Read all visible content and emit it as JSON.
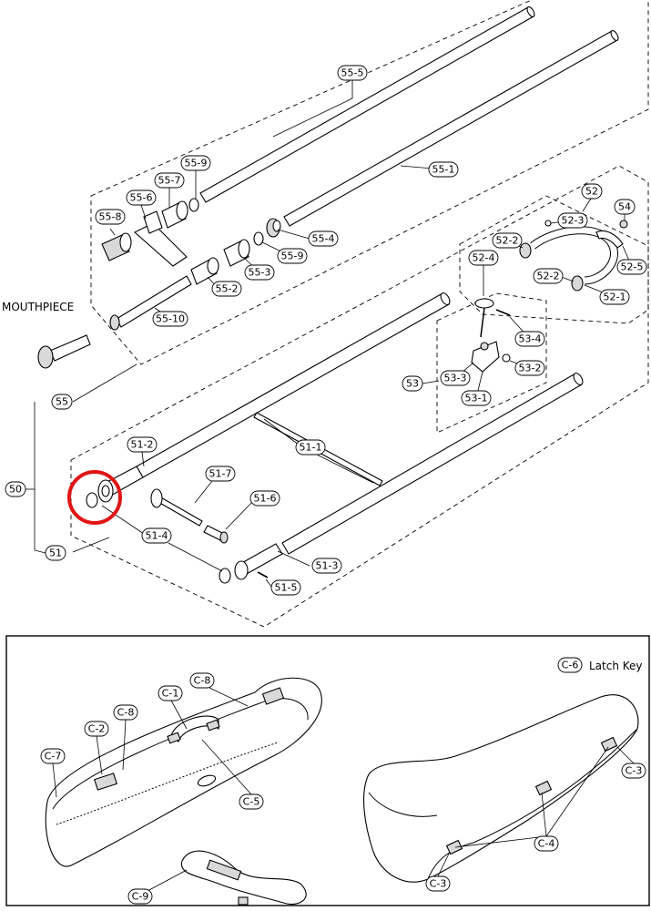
{
  "labels": {
    "l_55_5": "55-5",
    "l_55_1": "55-1",
    "l_55_9a": "55-9",
    "l_55_7": "55-7",
    "l_55_6": "55-6",
    "l_55_8": "55-8",
    "l_55_4": "55-4",
    "l_55_9b": "55-9",
    "l_55_3": "55-3",
    "l_55_2": "55-2",
    "l_55_10": "55-10",
    "l_55": "55",
    "l_52": "52",
    "l_54": "54",
    "l_52_3": "52-3",
    "l_52_2a": "52-2",
    "l_52_4": "52-4",
    "l_52_5": "52-5",
    "l_52_2b": "52-2",
    "l_52_1": "52-1",
    "l_53_4": "53-4",
    "l_53": "53",
    "l_53_3": "53-3",
    "l_53_2": "53-2",
    "l_53_1": "53-1",
    "l_50": "50",
    "l_51_2": "51-2",
    "l_51_1": "51-1",
    "l_51_7": "51-7",
    "l_51_6": "51-6",
    "l_51_4": "51-4",
    "l_51_3": "51-3",
    "l_51_5": "51-5",
    "l_51": "51",
    "l_c6": "C-6",
    "l_c8a": "C-8",
    "l_c1": "C-1",
    "l_c8b": "C-8",
    "l_c2": "C-2",
    "l_c7": "C-7",
    "l_c5": "C-5",
    "l_c3a": "C-3",
    "l_c4": "C-4",
    "l_c3b": "C-3",
    "l_c9": "C-9"
  },
  "texts": {
    "mouthpiece": "MOUTHPIECE",
    "latch_key": "Latch Key"
  }
}
